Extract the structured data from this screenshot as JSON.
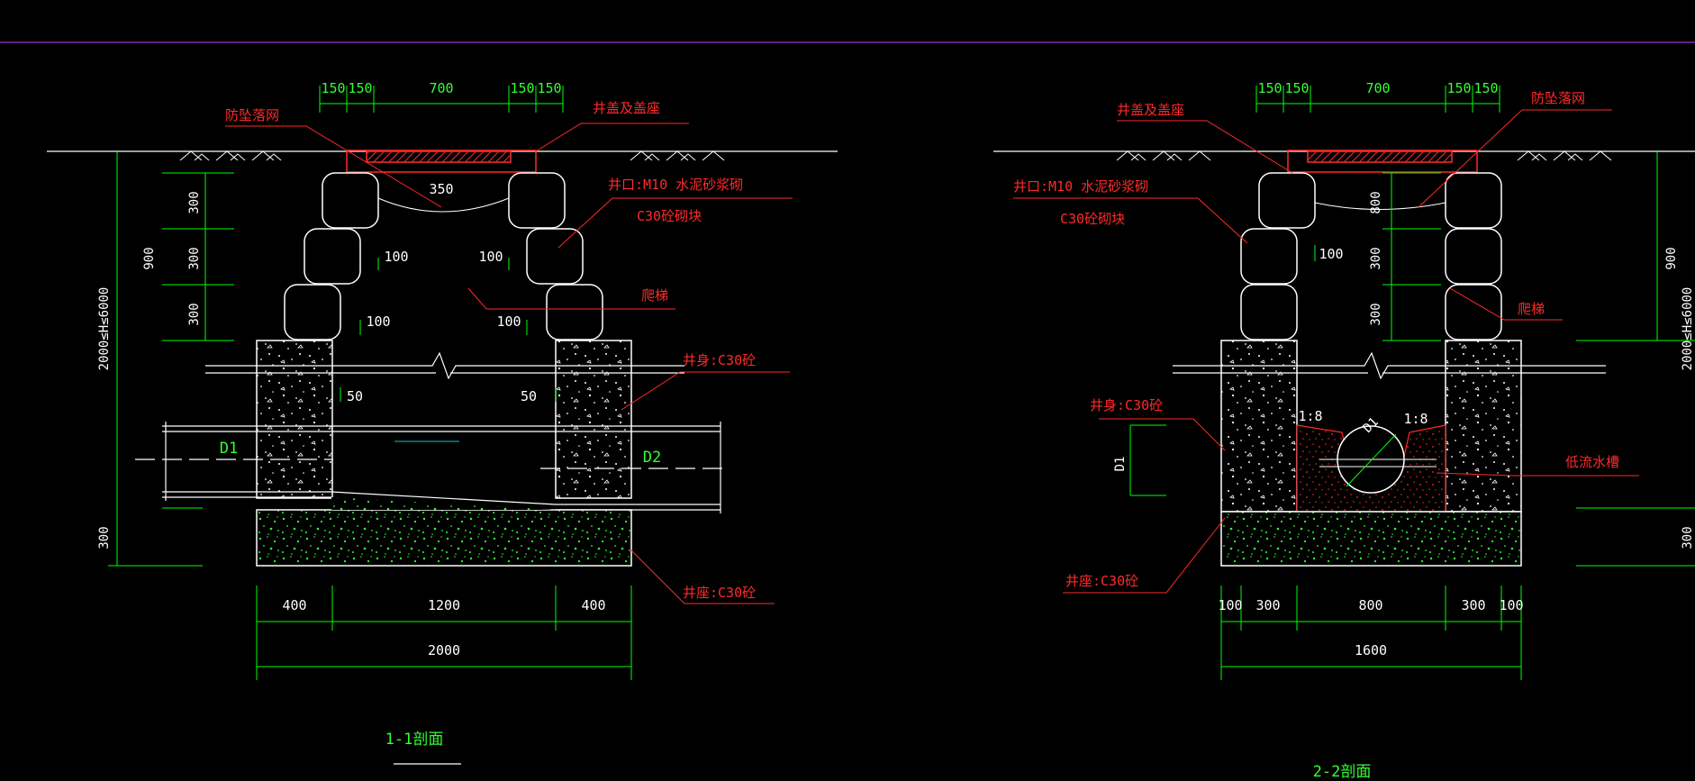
{
  "colors": {
    "background": "#000000",
    "outline": "#ffffff",
    "dimension": "#00ff00",
    "annotation": "#ff2020",
    "frame": "#c040ff"
  },
  "section_1": {
    "title": "1-1剖面",
    "top_dims": [
      "150",
      "150",
      "700",
      "150",
      "150"
    ],
    "labels": {
      "fall_net": "防坠落网",
      "cover": "井盖及盖座",
      "mouth": "井口:M10 水泥砂浆砌",
      "block": "C30砼砌块",
      "ladder": "爬梯",
      "body": "井身:C30砼",
      "base": "井座:C30砼"
    },
    "inner_dims": {
      "d350": "350",
      "d100a": "100",
      "d100b": "100",
      "d100c": "100",
      "d100d": "100",
      "d50a": "50",
      "d50b": "50"
    },
    "left_dims": [
      "300",
      "300",
      "300",
      "900",
      "2000≤H≤6000",
      "300"
    ],
    "pipes": {
      "inlet": "D1",
      "outlet": "D2"
    },
    "bottom_dims": [
      "400",
      "1200",
      "400",
      "2000"
    ]
  },
  "section_2": {
    "title": "2-2剖面",
    "top_dims": [
      "150",
      "150",
      "700",
      "150",
      "150"
    ],
    "labels": {
      "cover": "井盖及盖座",
      "fall_net": "防坠落网",
      "mouth": "井口:M10 水泥砂浆砌",
      "block": "C30砼砌块",
      "ladder": "爬梯",
      "body": "井身:C30砼",
      "flow": "低流水槽",
      "base": "井座:C30砼"
    },
    "inner_dims": {
      "d800": "800",
      "d100": "100",
      "d300a": "300",
      "d300b": "300",
      "slope_l": "1:8",
      "slope_r": "1:8",
      "pipe": "D1"
    },
    "left_dims": [
      "D1"
    ],
    "right_dims": [
      "900",
      "2000≤H≤6000",
      "300"
    ],
    "bottom_dims": [
      "100",
      "300",
      "800",
      "300",
      "100",
      "1600"
    ]
  }
}
